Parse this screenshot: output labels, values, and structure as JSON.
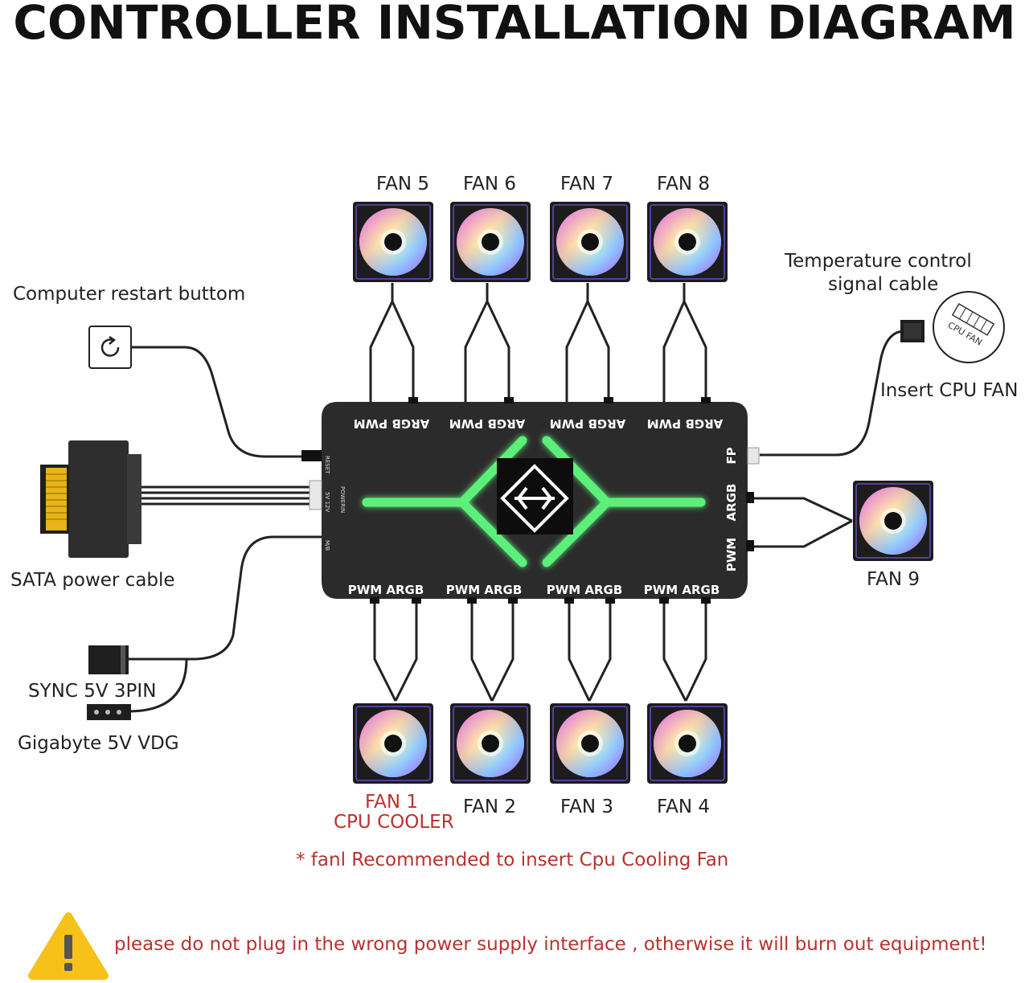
{
  "title": "CONTROLLER INSTALLATION DIAGRAM",
  "fans_top": [
    "FAN 5",
    "FAN 6",
    "FAN 7",
    "FAN 8"
  ],
  "fans_bottom": [
    "FAN 2",
    "FAN 3",
    "FAN 4"
  ],
  "fan1": {
    "line1": "FAN 1",
    "line2": "CPU COOLER"
  },
  "fan9": "FAN 9",
  "top_port_label": "ARGB PWM",
  "bottom_port_label": "PWM ARGB",
  "right_ports": {
    "fp": "FP",
    "argb": "ARGB",
    "pwm": "PWM"
  },
  "left_ports": {
    "reset": "RESET",
    "power": "POWERIN",
    "power_sub": "5V 12V",
    "mb": "M/B"
  },
  "labels": {
    "restart": "Computer restart buttom",
    "temp_line1": "Temperature control",
    "temp_line2": "signal cable",
    "insert_cpu": "Insert CPU FAN",
    "cpu_fan_header": "CPU FAN",
    "sata": "SATA  power cable",
    "sync": "SYNC 5V 3PIN",
    "gigabyte": "Gigabyte 5V VDG"
  },
  "note": "* fanl Recommended to insert Cpu Cooling Fan",
  "warning": "please do not plug in the wrong power supply interface , otherwise it will burn out equipment!",
  "colors": {
    "accent_red": "#b8322e",
    "glow_green": "#5cf07a",
    "hub": "#2b2b2b",
    "warning_yellow": "#f6c21a"
  }
}
